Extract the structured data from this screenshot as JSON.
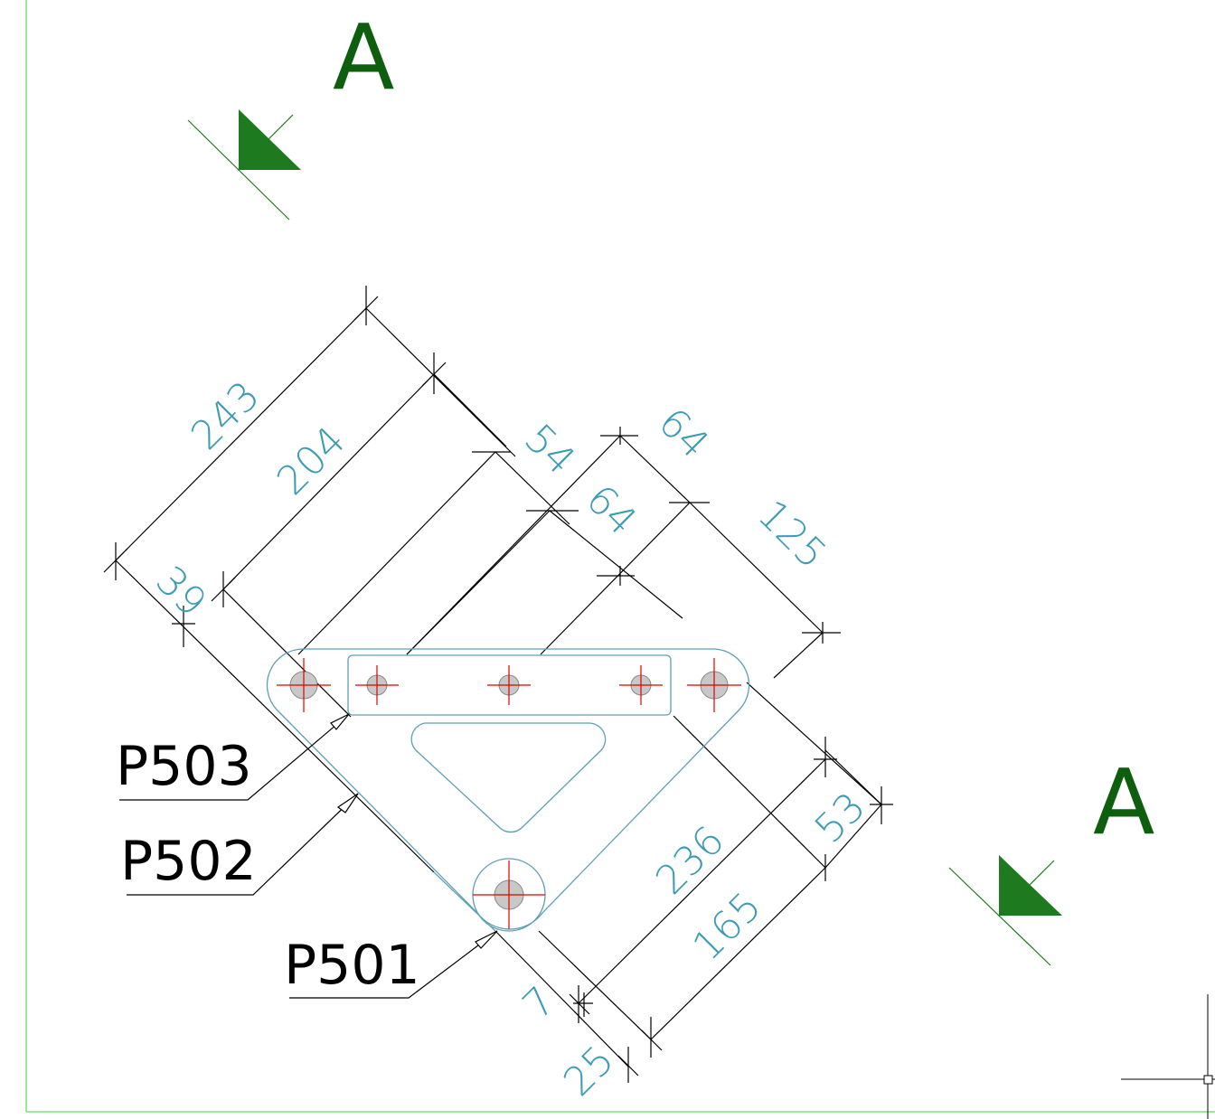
{
  "section": {
    "letter_top": "A",
    "letter_bottom": "A"
  },
  "dimensions": {
    "d243": "243",
    "d204": "204",
    "d39": "39",
    "d54": "54",
    "d64a": "64",
    "d64b": "64",
    "d125": "125",
    "d53": "53",
    "d236": "236",
    "d165": "165",
    "d7": "7",
    "d25": "25"
  },
  "parts": {
    "p503": "P503",
    "p502": "P502",
    "p501": "P501"
  },
  "colors": {
    "frame": "#7fe07f",
    "section": "#0d5e0d",
    "section_fill": "#1e7a1e",
    "dimension_text": "#3d9bb3",
    "part_outline": "#5f9fb5",
    "center_mark": "#e00000",
    "hole_fill": "#c8c8c8",
    "line": "#000000"
  }
}
